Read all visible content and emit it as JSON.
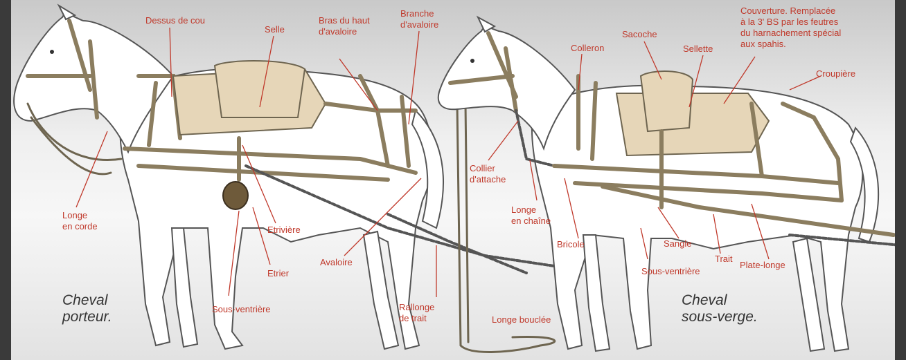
{
  "labels": {
    "dessus_de_cou": "Dessus de cou",
    "selle": "Selle",
    "bras_du_haut": [
      "Bras du haut",
      "d'avaloire"
    ],
    "branche": [
      "Branche",
      "d'avaloire"
    ],
    "longe_en_corde": [
      "Longe",
      "en corde"
    ],
    "etriviere": "Etrivière",
    "etrier": "Etrier",
    "avaloire": "Avaloire",
    "sous_ventriere_left": "Sous-ventrière",
    "rallonge": [
      "Rallonge",
      "de trait"
    ],
    "longe_bouclee": "Longe bouclée",
    "colleron": "Colleron",
    "sacoche": "Sacoche",
    "sellette": "Sellette",
    "couverture": [
      "Couverture. Remplacée",
      "à la 3' BS par les feutres",
      "du harnachement spécial",
      "aux spahis."
    ],
    "croupiere": "Croupière",
    "collier": [
      "Collier",
      "d'attache"
    ],
    "longe_en_chaine": [
      "Longe",
      "en chaîne"
    ],
    "bricole": "Bricole",
    "sangle": "Sangle",
    "trait": "Trait",
    "sous_ventriere_right": "Sous-ventrière",
    "plate_longe": "Plate-longe"
  },
  "titles": {
    "left": [
      "Cheval",
      "porteur."
    ],
    "right": [
      "Cheval",
      "sous-verge."
    ]
  },
  "colors": {
    "label": "#c0392b",
    "leather": "#e6d6b8",
    "frame": "#3a3a3a"
  }
}
